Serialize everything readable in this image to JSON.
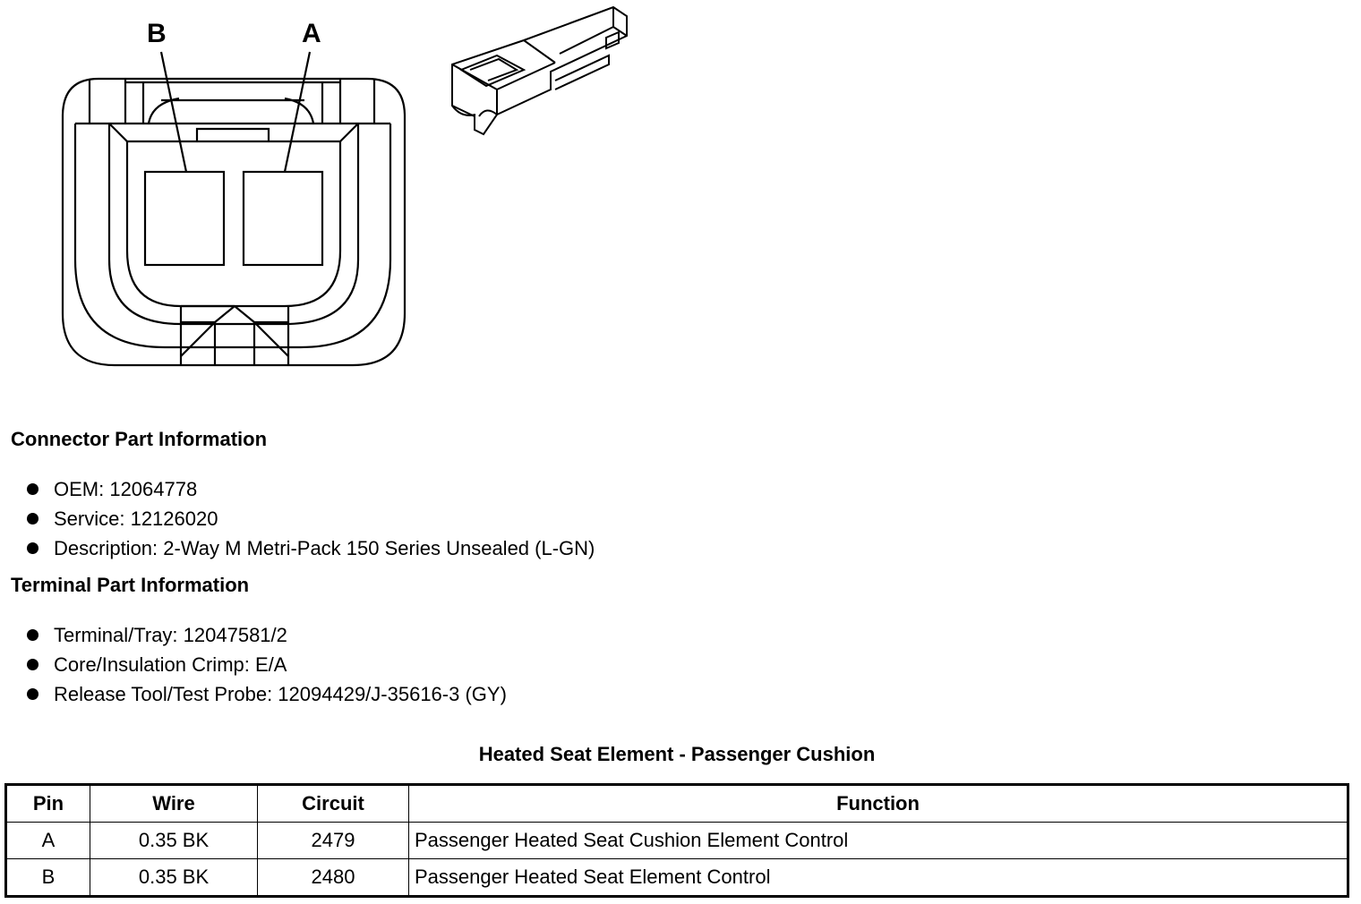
{
  "diagram": {
    "pin_labels": [
      "B",
      "A"
    ]
  },
  "connector_section": {
    "title": "Connector Part Information",
    "items": [
      "OEM: 12064778",
      "Service: 12126020",
      "Description: 2-Way M Metri-Pack 150 Series Unsealed (L-GN)"
    ]
  },
  "terminal_section": {
    "title": "Terminal Part Information",
    "items": [
      "Terminal/Tray: 12047581/2",
      "Core/Insulation Crimp: E/A",
      "Release Tool/Test Probe: 12094429/J-35616-3 (GY)"
    ]
  },
  "table": {
    "title": "Heated Seat Element - Passenger Cushion",
    "headers": [
      "Pin",
      "Wire",
      "Circuit",
      "Function"
    ],
    "rows": [
      [
        "A",
        "0.35 BK",
        "2479",
        "Passenger Heated Seat Cushion Element Control"
      ],
      [
        "B",
        "0.35 BK",
        "2480",
        "Passenger Heated Seat Element Control"
      ]
    ]
  }
}
